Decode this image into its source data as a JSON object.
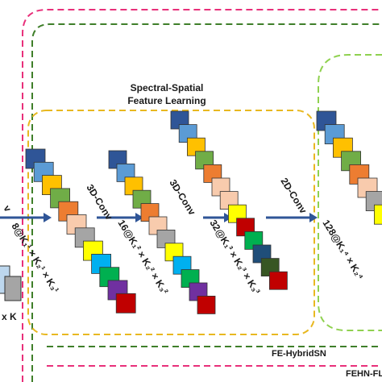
{
  "regions": {
    "outer": {
      "label": "FEHN-FL",
      "color": "#e8307a"
    },
    "middle": {
      "label": "FE-HybridSN",
      "color": "#3f7f2a"
    },
    "inner": {
      "label_line1": "Spectral-Spatial",
      "label_line2": "Feature Learning",
      "color": "#e8b820"
    },
    "right": {
      "color": "#8fd14f"
    }
  },
  "stage_labels": {
    "left_partial": "v",
    "conv1": "3D-Conv",
    "conv2": "3D-Conv",
    "conv3": "2D-Conv"
  },
  "layer_labels": {
    "l1": "8@K₁¹ × K₂¹ × K₃¹",
    "l2": "16@K₁² × K₂² × K₃²",
    "l3": "32@K₁³ × K₂³ × K₃³",
    "l4": "128@K₁⁴ × K₂⁴"
  },
  "input_label": "x K",
  "arrow_color": "#2f5597",
  "cube_colors": [
    "#2f5597",
    "#5b9bd5",
    "#ffc000",
    "#70ad47",
    "#ed7d31",
    "#f8cbad",
    "#a5a5a5",
    "#ffff00",
    "#00b0f0",
    "#00b050",
    "#7030a0",
    "#c00000",
    "#1f4e79",
    "#375623"
  ]
}
